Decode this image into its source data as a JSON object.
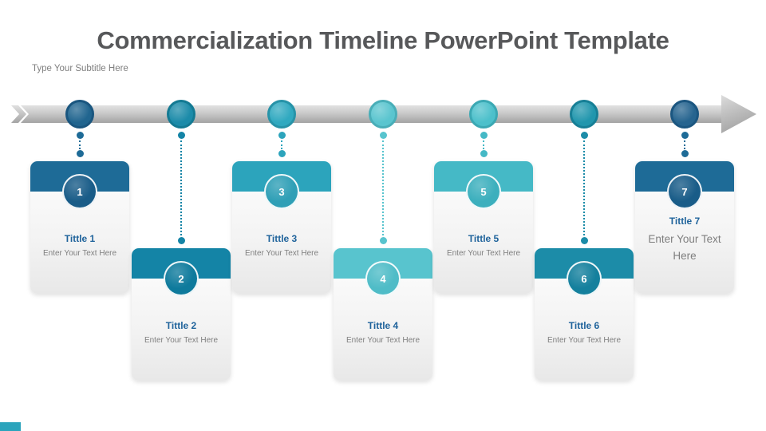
{
  "slide": {
    "title": "Commercialization Timeline PowerPoint Template",
    "subtitle": "Type Your Subtitle Here",
    "accent_bar_color": "#2CA4BC"
  },
  "timeline": {
    "arrow_light": "#E2E2E2",
    "arrow_dark": "#A3A3A3"
  },
  "items": [
    {
      "number": "1",
      "title": "Tittle 1",
      "body": "Enter Your Text Here",
      "position": "above",
      "header_color": "#1E6B97",
      "number_circle_color": "#195C88",
      "node_color": "#21658F",
      "node_border": "#1A567F",
      "connector_color": "#1E6B97"
    },
    {
      "number": "2",
      "title": "Tittle 2",
      "body": "Enter Your Text Here",
      "position": "below",
      "header_color": "#1484A6",
      "number_circle_color": "#0E7A9C",
      "node_color": "#1C8BA9",
      "node_border": "#147A93",
      "connector_color": "#1484A6"
    },
    {
      "number": "3",
      "title": "Tittle 3",
      "body": "Enter Your Text Here",
      "position": "above",
      "header_color": "#2CA4BC",
      "number_circle_color": "#2F9FB6",
      "node_color": "#30A9C0",
      "node_border": "#2793A8",
      "connector_color": "#2CA4BC"
    },
    {
      "number": "4",
      "title": "Tittle 4",
      "body": "Enter Your Text Here",
      "position": "below",
      "header_color": "#58C4CE",
      "number_circle_color": "#4FBCC7",
      "node_color": "#5AC5CF",
      "node_border": "#49AEB8",
      "connector_color": "#58C4CE"
    },
    {
      "number": "5",
      "title": "Tittle 5",
      "body": "Enter Your Text Here",
      "position": "above",
      "header_color": "#45B9C6",
      "number_circle_color": "#3CAFBD",
      "node_color": "#4CC0CB",
      "node_border": "#3BA8B3",
      "connector_color": "#45B9C6"
    },
    {
      "number": "6",
      "title": "Tittle 6",
      "body": "Enter Your Text Here",
      "position": "below",
      "header_color": "#1C8CA8",
      "number_circle_color": "#14809D",
      "node_color": "#2196AD",
      "node_border": "#177F96",
      "connector_color": "#1C8CA8"
    },
    {
      "number": "7",
      "title": "Tittle 7",
      "body": "Enter Your Text Here",
      "position": "above",
      "header_color": "#1E6B97",
      "number_circle_color": "#195C88",
      "node_color": "#26648F",
      "node_border": "#1B5680",
      "connector_color": "#1E6B97"
    }
  ]
}
